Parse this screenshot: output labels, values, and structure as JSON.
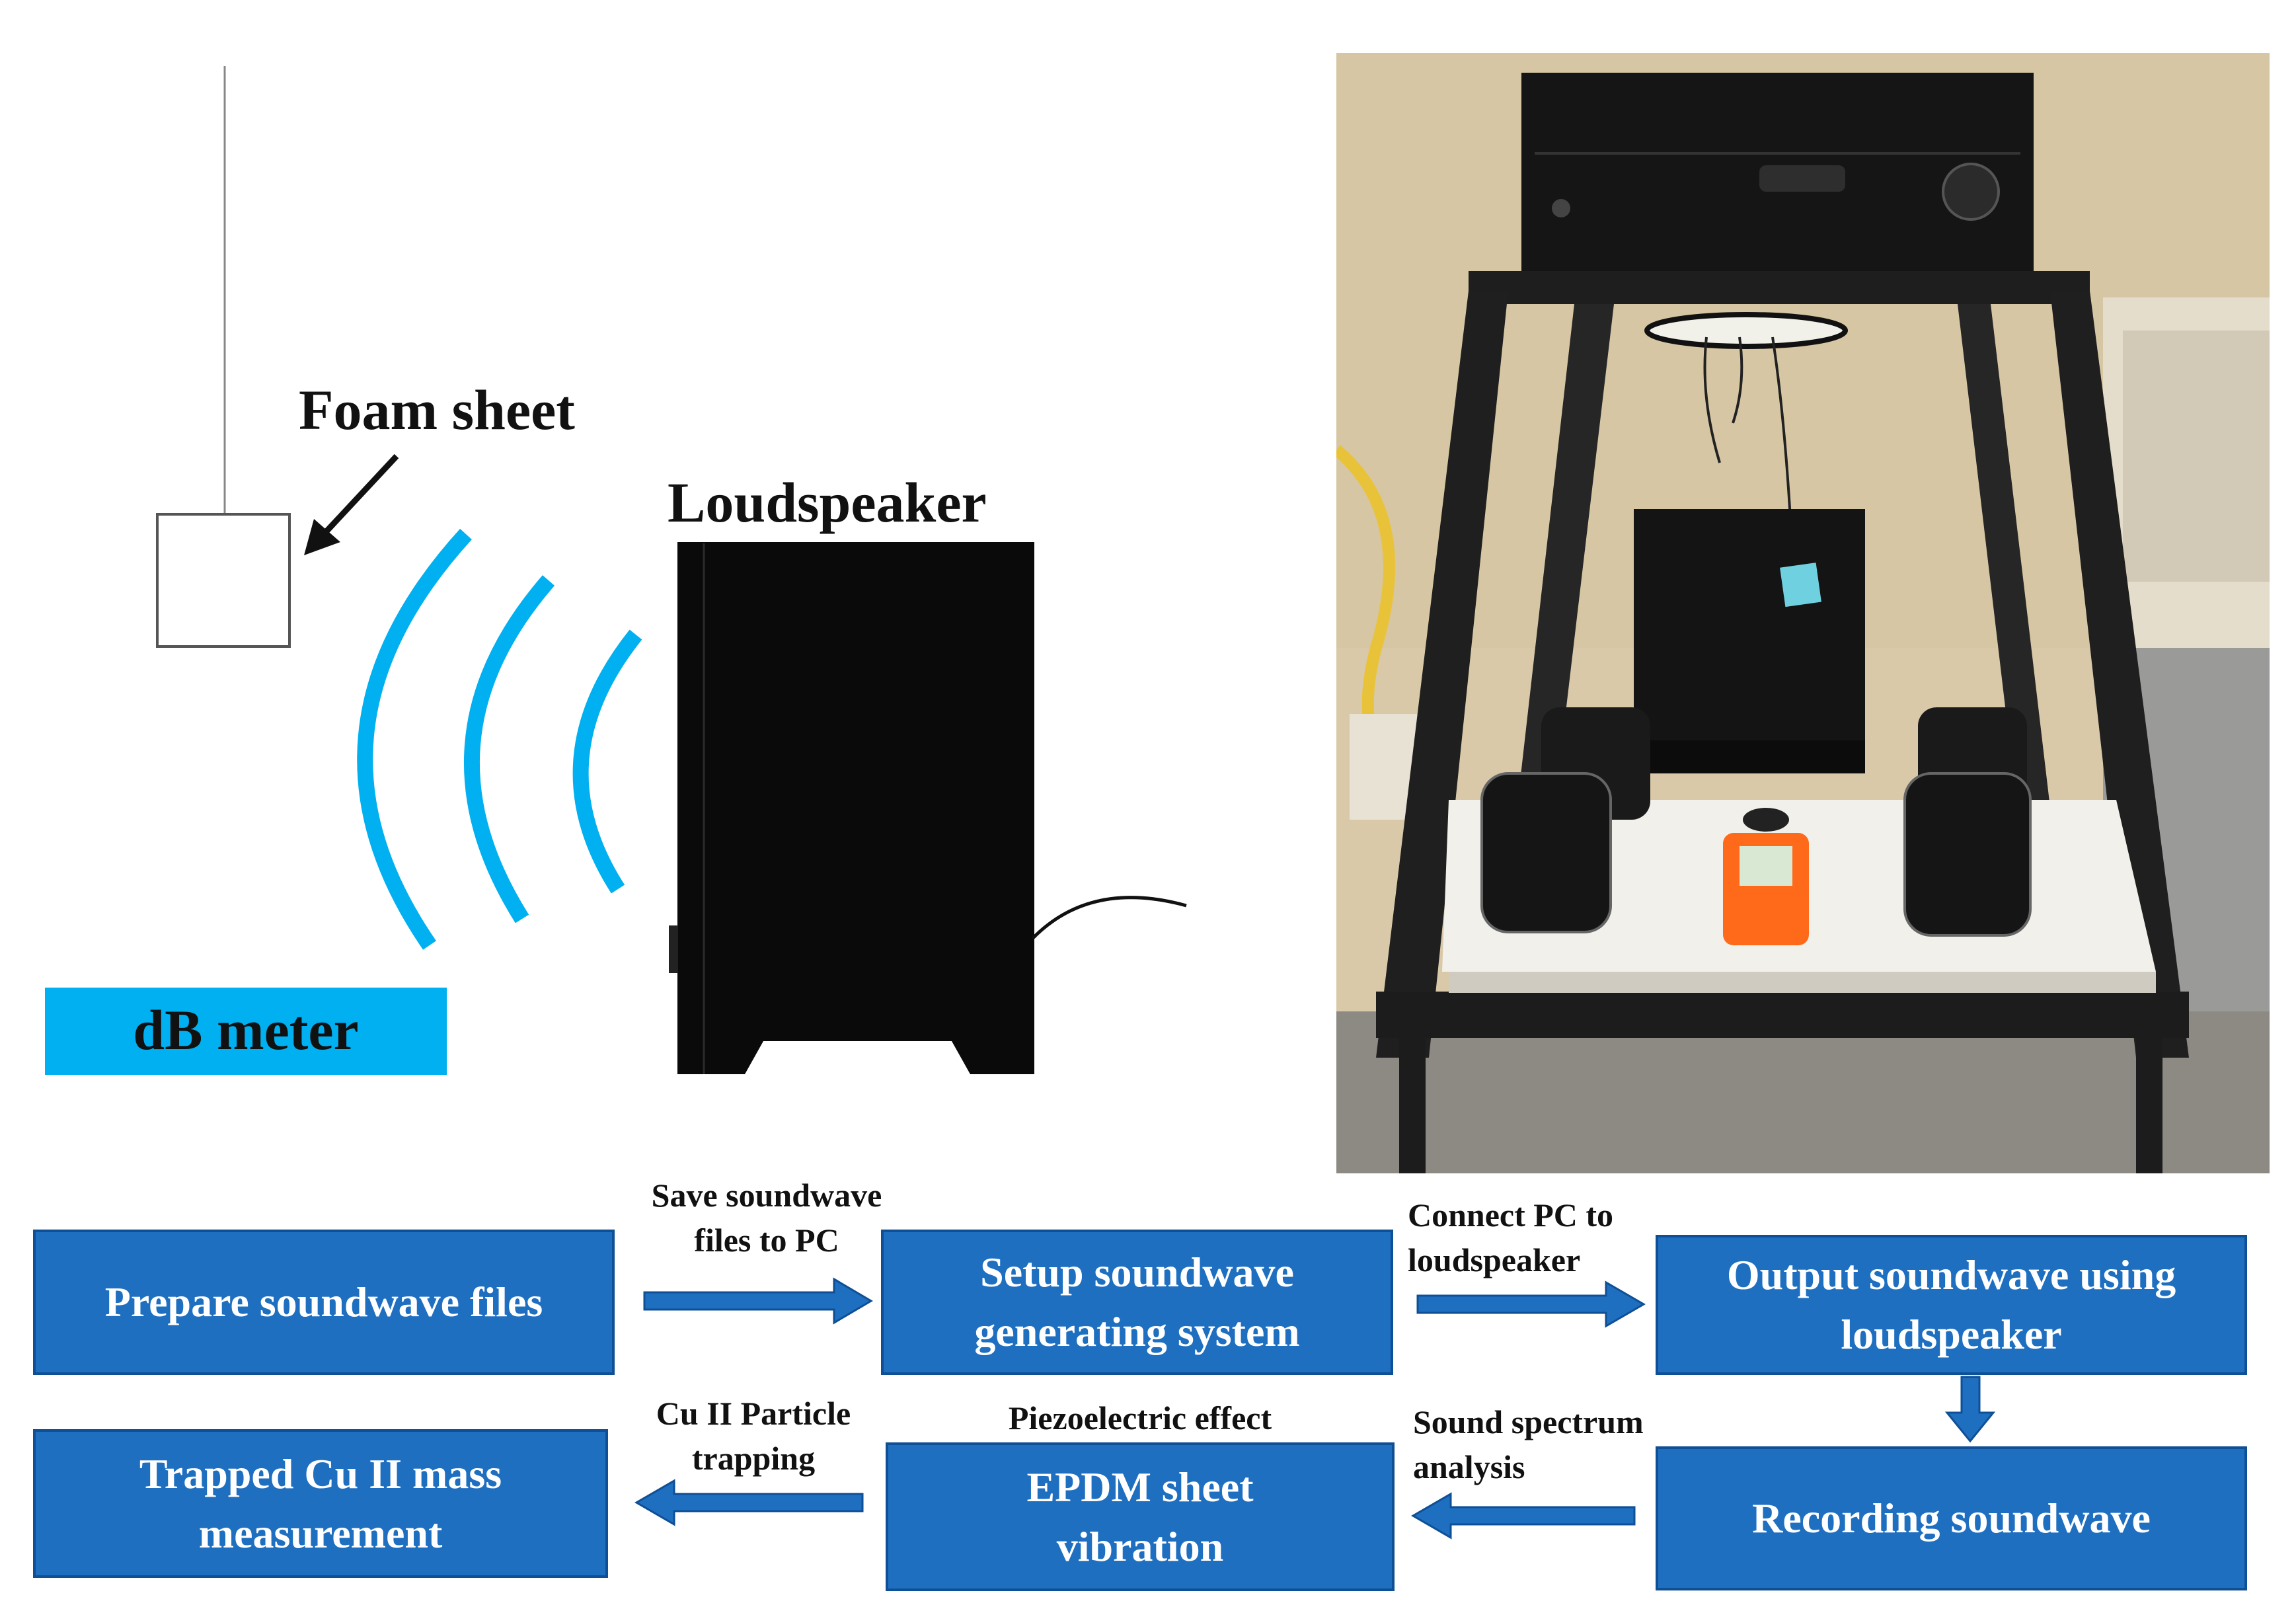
{
  "schematic": {
    "foam_label": "Foam sheet",
    "loudspeaker_label": "Loudspeaker",
    "meter_label": "dB meter",
    "wave_color": "#00b0f0",
    "meter_color": "#00b0f0"
  },
  "photo": {
    "description_icon": "lab-photo"
  },
  "flowchart": {
    "box_color": "#1f6fc1",
    "boxes": {
      "prepare": "Prepare soundwave files",
      "setup_line1": "Setup soundwave",
      "setup_line2": "generating system",
      "output_line1": "Output soundwave using",
      "output_line2": "loudspeaker",
      "recording": "Recording soundwave",
      "epdm_line1": "EPDM sheet",
      "epdm_line2": "vibration",
      "trapped_line1": "Trapped Cu II mass",
      "trapped_line2": "measurement"
    },
    "arrow_labels": {
      "save_line1": "Save soundwave",
      "save_line2": "files to PC",
      "connect_line1": "Connect PC to",
      "connect_line2": "loudspeaker",
      "spectrum_line1": "Sound spectrum",
      "spectrum_line2": "analysis",
      "piezo": "Piezoelectric effect",
      "cu_line1": "Cu II Particle",
      "cu_line2": "trapping"
    }
  }
}
